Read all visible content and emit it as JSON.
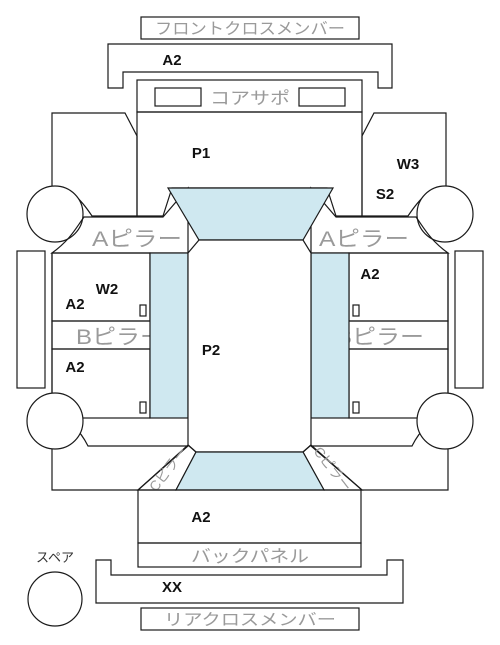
{
  "labels": {
    "front_cross_member": "フロントクロスメンバー",
    "core_support": "コアサポ",
    "a_pillar": "Aピラー",
    "b_pillar": "Bピラー",
    "c_pillar": "Cピラー",
    "back_panel": "バックパネル",
    "spare": "スペア",
    "rear_cross_member": "リアクロスメンバー"
  },
  "codes": {
    "front_member": "A2",
    "hood": "P1",
    "front_right_fender": "W3",
    "front_right_inner": "S2",
    "front_left_door": "W2",
    "front_left_door_code": "A2",
    "front_right_door": "A2",
    "rear_left_door": "A2",
    "roof": "P2",
    "trunk": "A2",
    "rear_member": "XX"
  }
}
